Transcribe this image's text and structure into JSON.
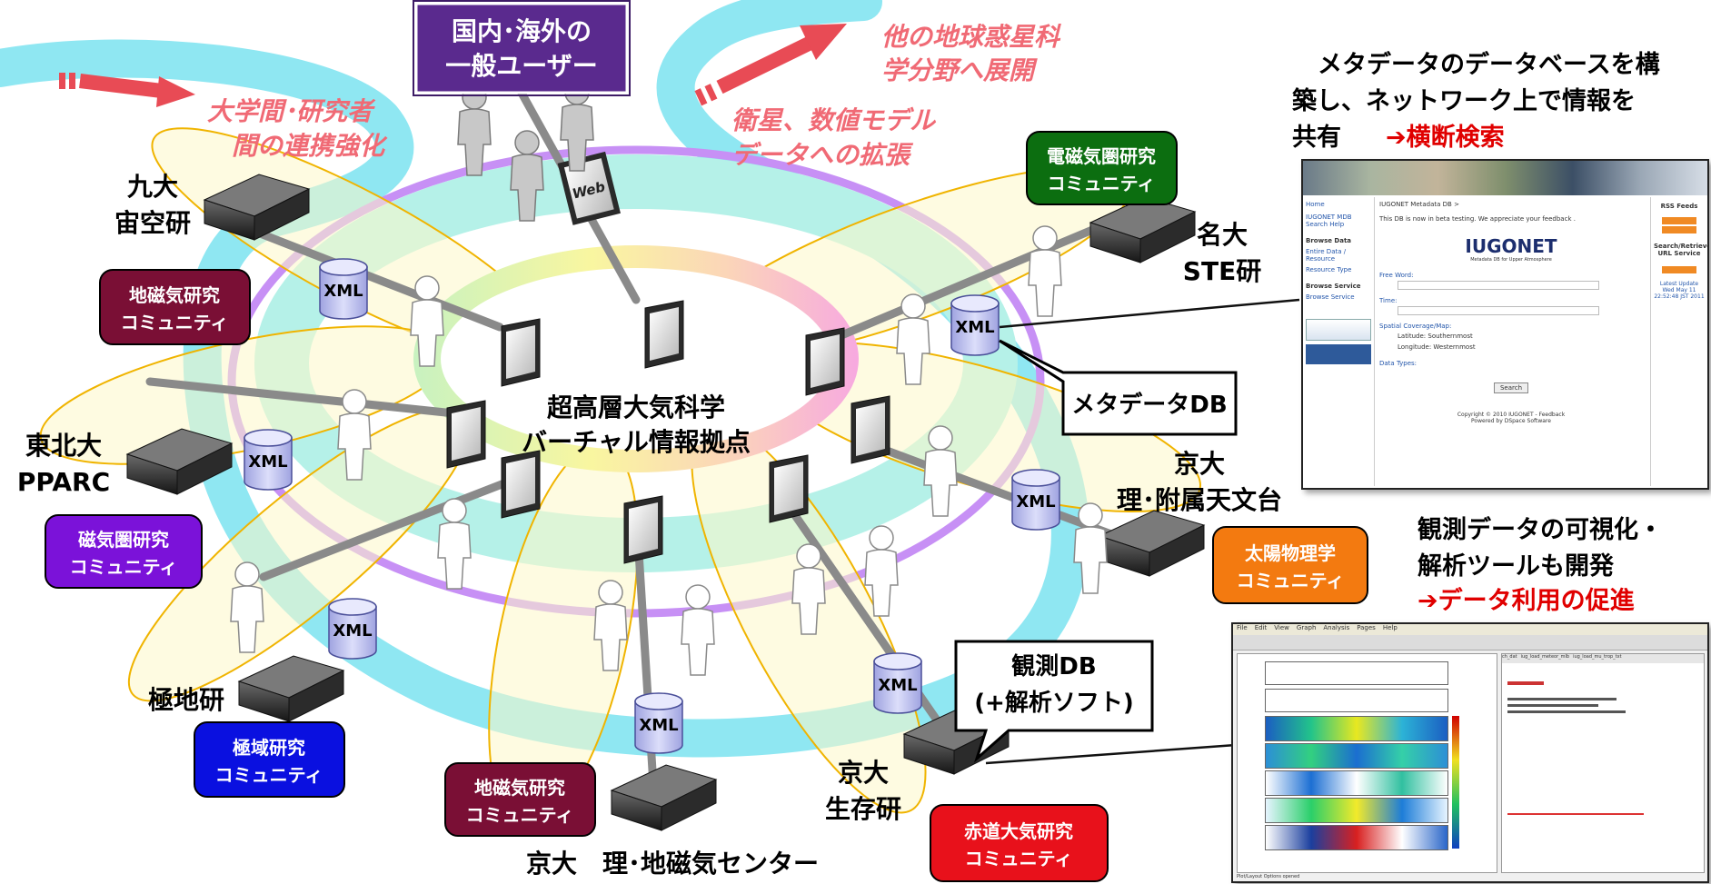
{
  "center_label": [
    "超高層大気科学",
    "バーチャル情報拠点"
  ],
  "top_user_box": [
    "国内･海外の",
    "一般ユーザー"
  ],
  "web_label": "Web",
  "xml_label": "XML",
  "arrows": {
    "left": [
      "大学間･研究者",
      "間の連携強化"
    ],
    "right_top": [
      "他の地球惑星科",
      "学分野へ展開"
    ],
    "right_mid": [
      "衛星、数値モデル",
      "データへの拡張"
    ]
  },
  "institutions": {
    "kyudai": [
      "九大",
      "宙空研"
    ],
    "tohoku": [
      "東北大",
      "PPARC"
    ],
    "kyokuchi": "極地研",
    "rigaku": "京大　理･地磁気センター",
    "seizon": [
      "京大",
      "生存研"
    ],
    "tenmon": [
      "京大",
      "理･附属天文台"
    ],
    "nagoya": [
      "名大",
      "STE研"
    ]
  },
  "communities": {
    "chijiki1": [
      "地磁気研究",
      "コミュニティ"
    ],
    "jikiken": [
      "磁気圏研究",
      "コミュニティ"
    ],
    "kyokuiki": [
      "極域研究",
      "コミュニティ"
    ],
    "chijiki2": [
      "地磁気研究",
      "コミュニティ"
    ],
    "sekido": [
      "赤道大気研究",
      "コミュニティ"
    ],
    "taiyo": [
      "太陽物理学",
      "コミュニティ"
    ],
    "denjiken": [
      "電磁気圏研究",
      "コミュニティ"
    ]
  },
  "callouts": {
    "metadata_db": "メタデータDB",
    "obs_db": [
      "観測DB",
      "(+解析ソフト)"
    ]
  },
  "notes": {
    "meta": [
      "メタデータのデータベースを構",
      "築し、ネットワーク上で情報を",
      "共有"
    ],
    "meta_red": "➔横断検索",
    "vis": [
      "観測データの可視化・",
      "解析ツールも開発"
    ],
    "vis_red": "➔データ利用の促進"
  },
  "screenshot1": {
    "breadcrumb": "IUGONET Metadata DB >",
    "beta": "This DB is now in beta testing. We appreciate your feedback .",
    "logo": "IUGONET",
    "logo_sub": "Metadata DB for Upper Atmosphere",
    "sidebar": [
      "Home",
      "IUGONET MDB Search Help",
      "Browse Data",
      "Entire Data / Resource",
      "Resource Type",
      "Browse Service",
      "Browse Service"
    ],
    "right": [
      "RSS Feeds",
      "Search/Retrieve URL Service",
      "Latest Update Wed May 11 22:52:48 JST 2011"
    ],
    "form": [
      "Free Word:",
      "Time:",
      "Spatial Coverage/Map:",
      "Latitude: Southernmost",
      "Longitude: Westernmost",
      "Data Types:",
      "Search"
    ],
    "footer": [
      "Copyright © 2010 IUGONET - Feedback",
      "Powered by DSpace Software"
    ]
  },
  "screenshot2": {
    "menu": [
      "File",
      "Edit",
      "View",
      "Graph",
      "Analysis",
      "Pages",
      "Help"
    ],
    "tabs": [
      "ch_dat",
      "iug_load_meteor_mlb",
      "iug_load_mu_trop_txt"
    ],
    "status": "Plot/Layout Options opened"
  },
  "colors": {
    "chijiki": "#7a0f35",
    "jikiken": "#7b12d9",
    "kyokuiki": "#0a10e0",
    "sekido": "#e8111b",
    "taiyo": "#f37a10",
    "denjiken": "#0c6e10",
    "top_user": "#5a2a8e",
    "ring_cyan": "#8fe7f2",
    "ring_purple": "#c790f5",
    "red_text": "#f06a75",
    "red_accent": "#e00000"
  }
}
